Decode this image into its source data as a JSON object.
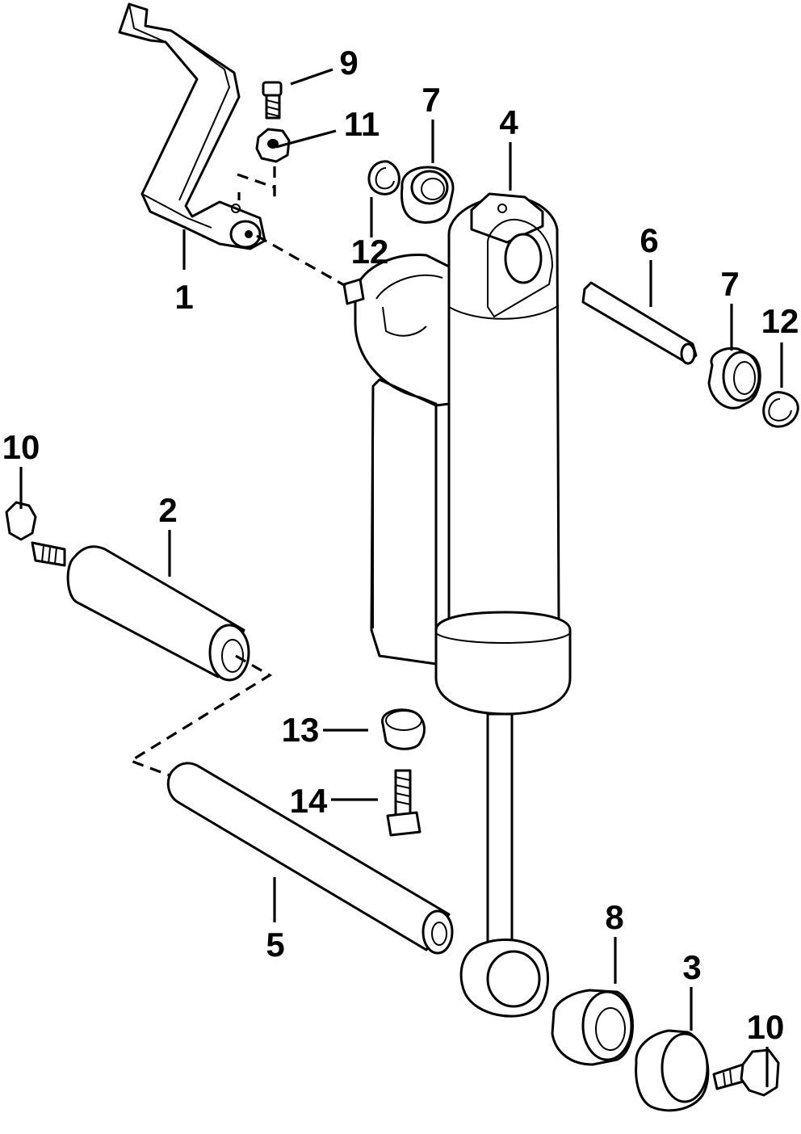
{
  "callouts": [
    {
      "id": "c1",
      "label": "1"
    },
    {
      "id": "c2",
      "label": "2"
    },
    {
      "id": "c3",
      "label": "3"
    },
    {
      "id": "c4",
      "label": "4"
    },
    {
      "id": "c5",
      "label": "5"
    },
    {
      "id": "c6",
      "label": "6"
    },
    {
      "id": "c7a",
      "label": "7"
    },
    {
      "id": "c7b",
      "label": "7"
    },
    {
      "id": "c8",
      "label": "8"
    },
    {
      "id": "c9",
      "label": "9"
    },
    {
      "id": "c10a",
      "label": "10"
    },
    {
      "id": "c10b",
      "label": "10"
    },
    {
      "id": "c11",
      "label": "11"
    },
    {
      "id": "c12a",
      "label": "12"
    },
    {
      "id": "c12b",
      "label": "12"
    },
    {
      "id": "c13",
      "label": "13"
    },
    {
      "id": "c14",
      "label": "14"
    }
  ]
}
